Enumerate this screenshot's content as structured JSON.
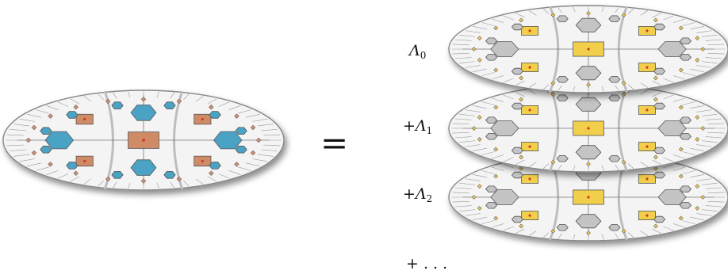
{
  "equation": {
    "equals_sign": "=",
    "terms": [
      {
        "prefix": "",
        "symbol": "Λ",
        "subscript": "0"
      },
      {
        "prefix": "+",
        "symbol": "Λ",
        "subscript": "1"
      },
      {
        "prefix": "+",
        "symbol": "Λ",
        "subscript": "2"
      }
    ],
    "ellipsis": "+ . . ."
  },
  "colors": {
    "left_disk_large_node": "#cf8a66",
    "left_disk_hexagon": "#4aa3c4",
    "left_disk_small_node": "#d98e6a",
    "right_disk_large_node": "#f2cf4a",
    "right_disk_hexagon": "#c4c4c4",
    "right_disk_small_node": "#f4c542",
    "center_dot": "#d23a1f",
    "disk_fill": "#f4f4f4",
    "disk_edge": "#888888"
  }
}
